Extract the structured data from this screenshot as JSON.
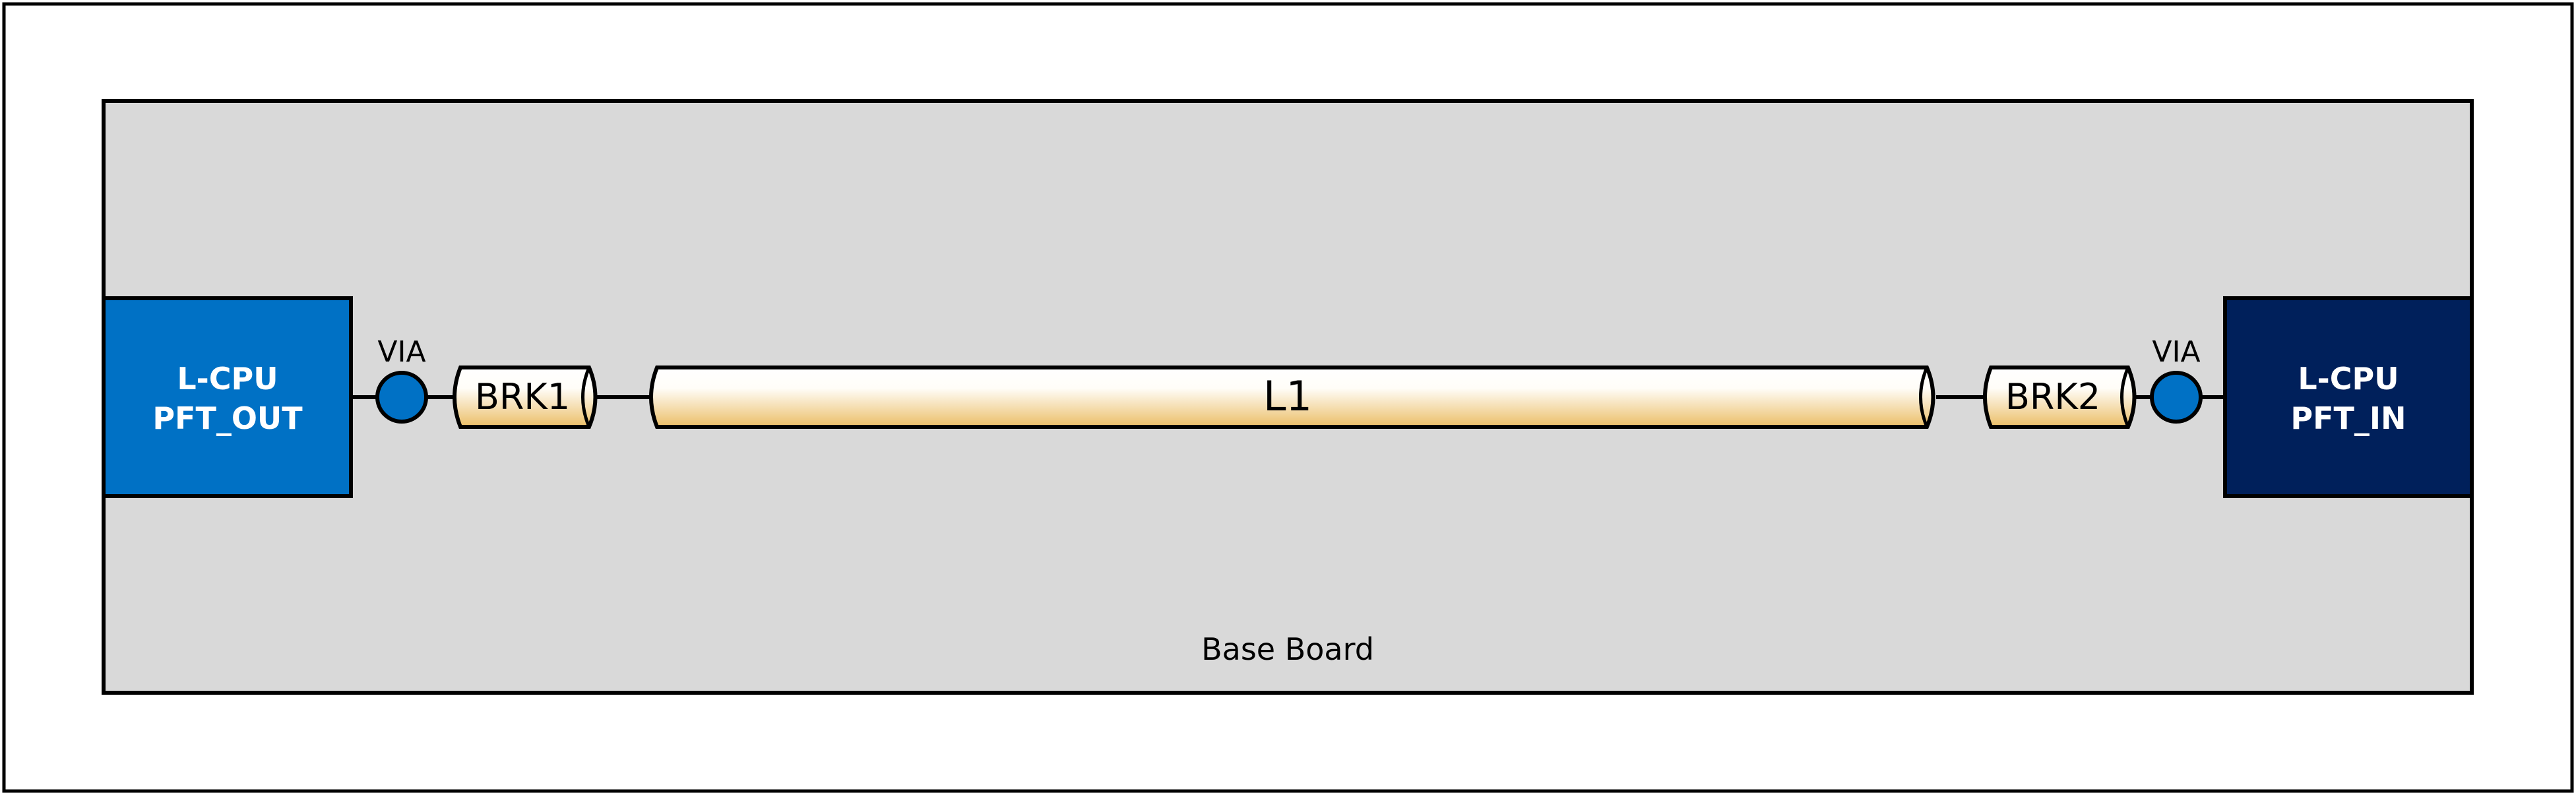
{
  "board": {
    "label": "Base Board"
  },
  "left_block": {
    "line1": "L-CPU",
    "line2": "PFT_OUT"
  },
  "right_block": {
    "line1": "L-CPU",
    "line2": "PFT_IN"
  },
  "left_via": {
    "label": "VIA"
  },
  "right_via": {
    "label": "VIA"
  },
  "segments": {
    "brk1": "BRK1",
    "l1": "L1",
    "brk2": "BRK2"
  },
  "colors": {
    "board_fill": "#d9d9d9",
    "left_block": "#0071c5",
    "right_block": "#00205b",
    "via": "#0071c5",
    "segment_gradient_top": "#ffffff",
    "segment_gradient_bottom": "#ebbe67",
    "stroke": "#000000"
  }
}
